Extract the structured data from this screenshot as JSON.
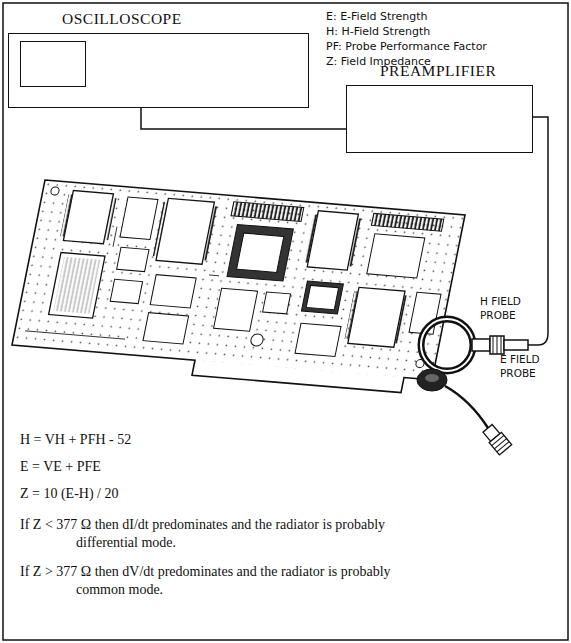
{
  "diagram": {
    "nodes": [
      {
        "text": [
          "OSCILLOSCOPE"
        ]
      },
      {
        "text": [
          "PREAMPLIFIER"
        ]
      }
    ],
    "edges": [
      {
        "from": 0,
        "to": 1,
        "arrow": "none"
      }
    ],
    "labels": [
      "E: E-Field Strength",
      "H: H-Field Strength",
      "PF: Probe Performance Factor",
      "Z: Field Impedance",
      "H FIELD PROBE",
      "E FIELD PROBE",
      "H = VH + PFH - 52",
      "E = VE + PFE",
      "Z = 10 (E-H) / 20",
      "If Z < 377 Ω  then dI/dt predominates and the radiator is probably differential mode.",
      "If Z > 377 Ω  then dV/dt predominates and the radiator is probably common mode."
    ]
  }
}
